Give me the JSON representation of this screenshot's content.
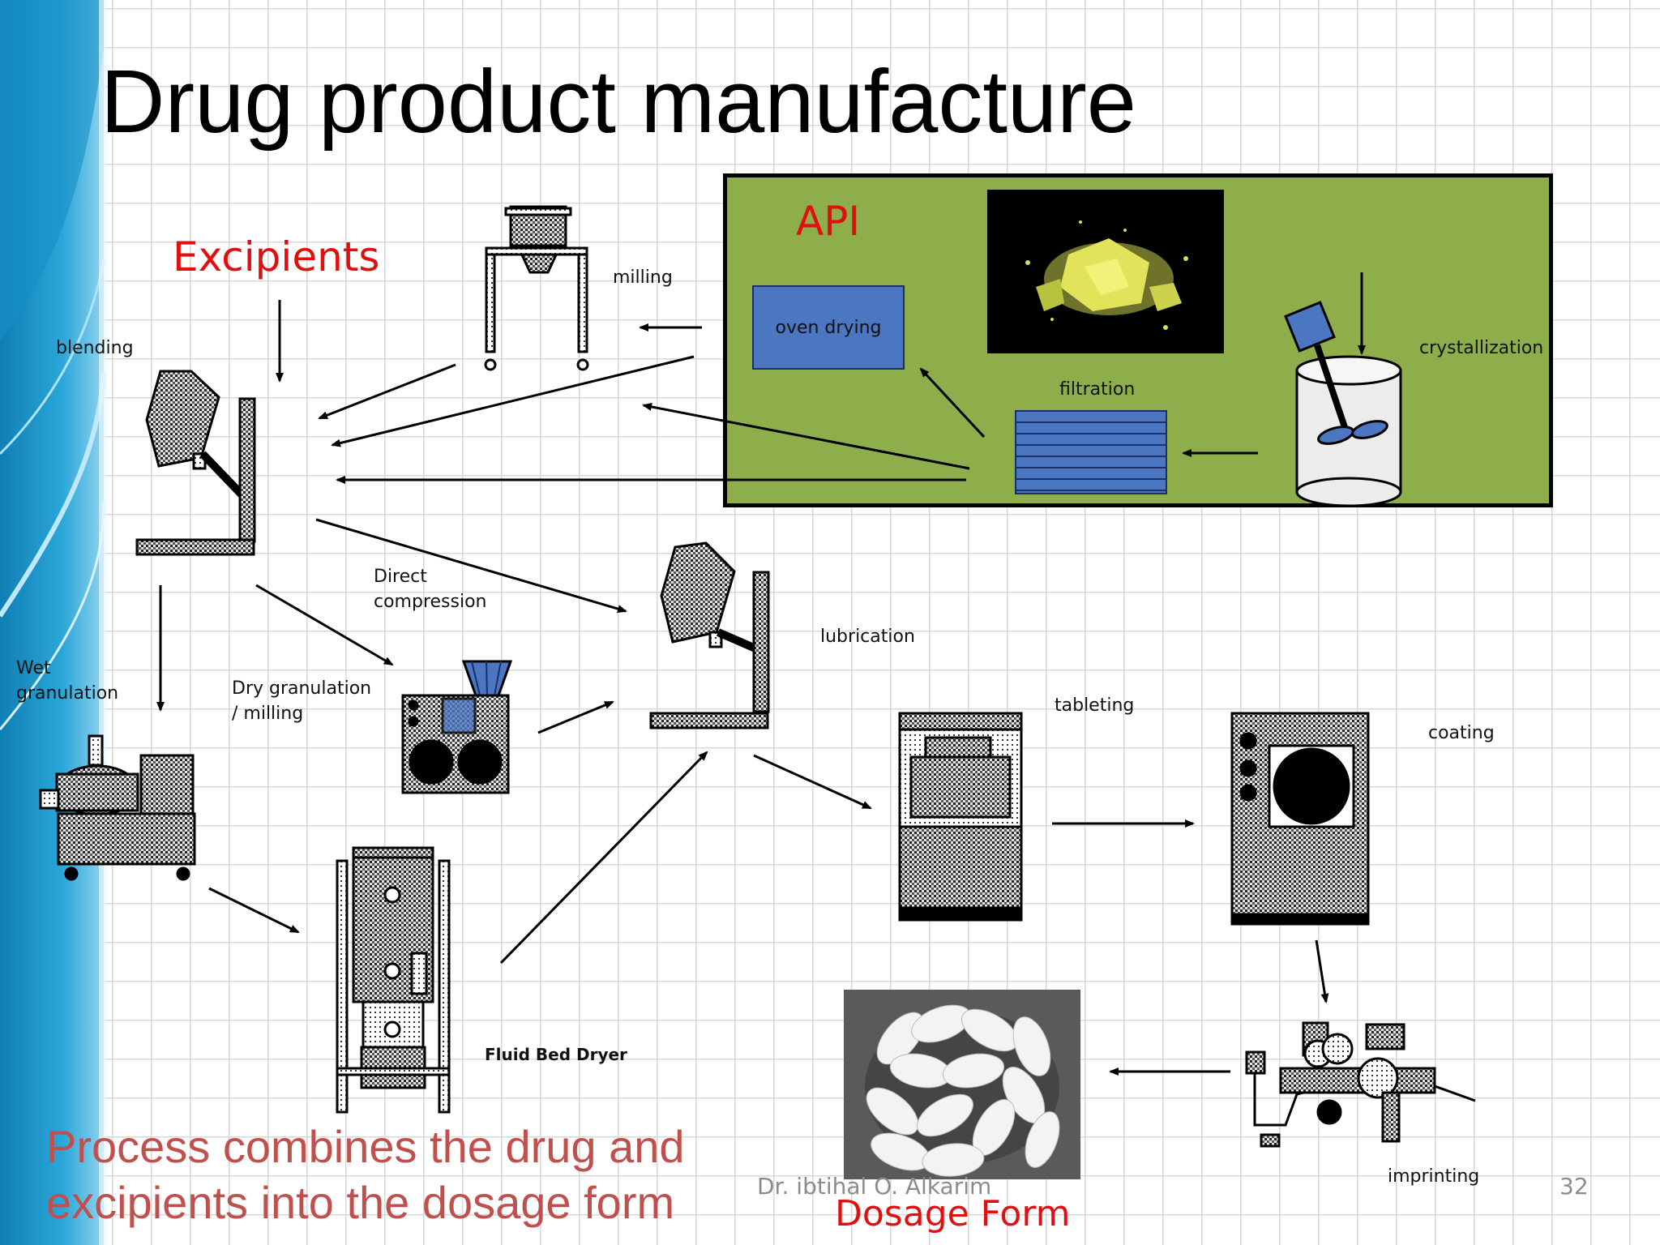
{
  "slide": {
    "title": "Drug product manufacture",
    "excipients": "Excipients",
    "api_heading": "API",
    "dosage_form": "Dosage Form",
    "caption_line1": "Process combines the drug and",
    "caption_line2": "excipients into the dosage form",
    "author": "Dr. ibtihal O. Alkarim",
    "page_number": "32"
  },
  "steps": {
    "milling": "milling",
    "blending": "blending",
    "oven_drying": "oven drying",
    "filtration": "filtration",
    "crystallization": "crystallization",
    "direct_compression_1": "Direct",
    "direct_compression_2": "compression",
    "lubrication": "lubrication",
    "wet_granulation_1": "Wet",
    "wet_granulation_2": "granulation",
    "dry_granulation_1": "Dry granulation",
    "dry_granulation_2": "/ milling",
    "tableting": "tableting",
    "coating": "coating",
    "fluid_bed_dryer": "Fluid Bed Dryer",
    "imprinting": "imprinting"
  },
  "colors": {
    "api_panel": "#8dae4a",
    "step_box": "#4a76c2",
    "heading_red": "#e01010",
    "caption_red": "#c0504d"
  }
}
